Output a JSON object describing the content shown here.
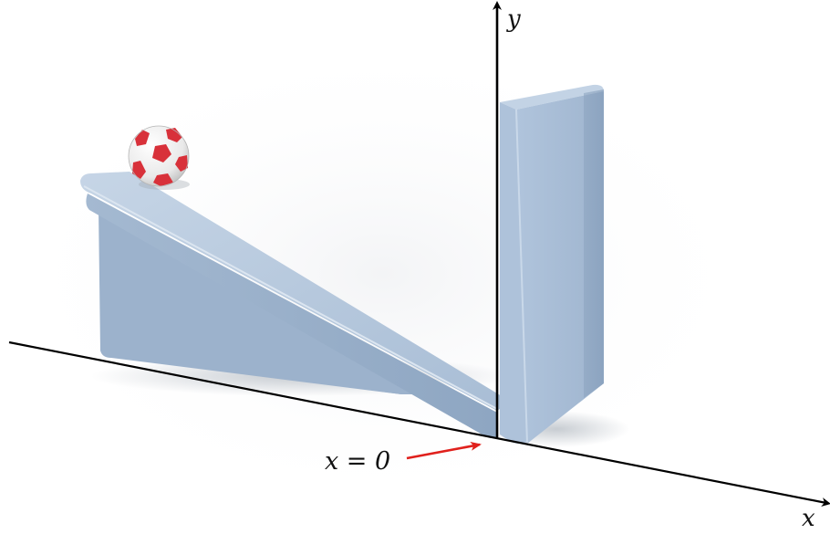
{
  "labels": {
    "y_axis": "y",
    "x_axis": "x",
    "origin_marker": "x = 0"
  },
  "colors": {
    "background": "#ffffff",
    "axis": "#000000",
    "arrow": "#e0201c",
    "block": "#a9bfd8",
    "ball_red": "#d8313a",
    "ball_white": "#f4f4f4"
  }
}
